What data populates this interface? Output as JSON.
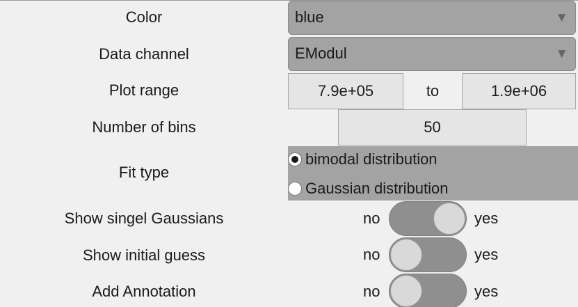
{
  "rows": {
    "color": {
      "label": "Color",
      "value": "blue",
      "arrow": "▼"
    },
    "data_channel": {
      "label": "Data channel",
      "value": "EModul",
      "arrow": "▼"
    },
    "plot_range": {
      "label": "Plot range",
      "min": "7.9e+05",
      "separator": "to",
      "max": "1.9e+06"
    },
    "number_of_bins": {
      "label": "Number of bins",
      "value": "50"
    },
    "fit_type": {
      "label": "Fit type",
      "options": [
        {
          "label": "bimodal distribution",
          "selected": true
        },
        {
          "label": "Gaussian distribution",
          "selected": false
        }
      ]
    },
    "show_single_gaussians": {
      "label": "Show singel Gaussians",
      "off_label": "no",
      "on_label": "yes",
      "state": "yes"
    },
    "show_initial_guess": {
      "label": "Show initial guess",
      "off_label": "no",
      "on_label": "yes",
      "state": "no"
    },
    "add_annotation": {
      "label": "Add Annotation",
      "off_label": "no",
      "on_label": "yes",
      "state": "no"
    }
  }
}
